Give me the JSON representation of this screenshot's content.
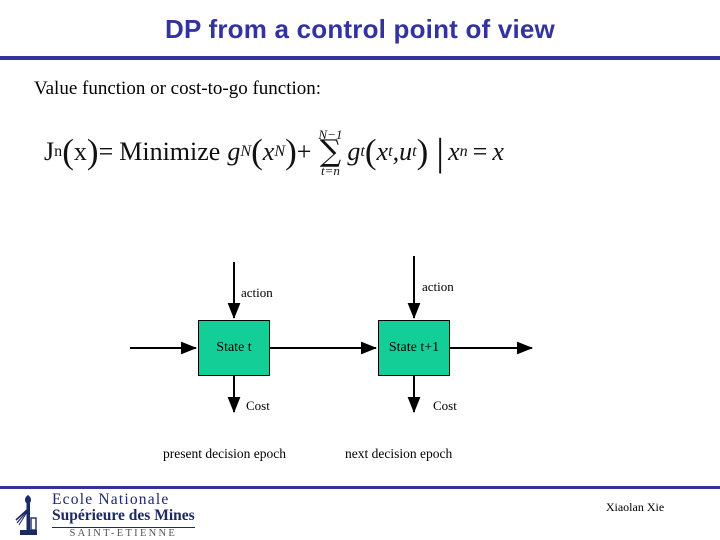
{
  "slide": {
    "title": "DP from a control point of view",
    "subtitle": "Value function or cost-to-go function:",
    "accent_color": "#3333a0",
    "box_color": "#13ce96",
    "background_color": "#ffffff"
  },
  "formula": {
    "lhs_fn": "J",
    "lhs_sub": "n",
    "lhs_arg": "x",
    "equals": "=",
    "operator": "Minimize",
    "terminal_fn": "g",
    "terminal_sub": "N",
    "terminal_arg": "x",
    "terminal_arg_sub": "N",
    "plus": "+",
    "sum_upper": "N−1",
    "sum_symbol": "∑",
    "sum_lower": "t=n",
    "stage_fn": "g",
    "stage_sub": "t",
    "stage_arg1": "x",
    "stage_arg1_sub": "t",
    "comma": ",",
    "stage_arg2": "u",
    "stage_arg2_sub": "t",
    "bar": "|",
    "cond_var": "x",
    "cond_sub": "n",
    "cond_eq": "=",
    "cond_val": "x",
    "plain_text": "J_n(x) = Minimize g_N(x_N) + sum_{t=n}^{N-1} g_t(x_t,u_t) | x_n = x"
  },
  "diagram": {
    "boxes": [
      {
        "label": "State t"
      },
      {
        "label": "State t+1"
      }
    ],
    "action_labels": [
      "action",
      "action"
    ],
    "cost_labels": [
      "Cost",
      "Cost"
    ],
    "epoch_labels": [
      "present decision epoch",
      "next decision epoch"
    ]
  },
  "footer": {
    "logo_line1": "Ecole  Nationale",
    "logo_line2": "Supérieure des Mines",
    "logo_line3": "SAINT-ETIENNE",
    "author": "Xiaolan Xie"
  }
}
